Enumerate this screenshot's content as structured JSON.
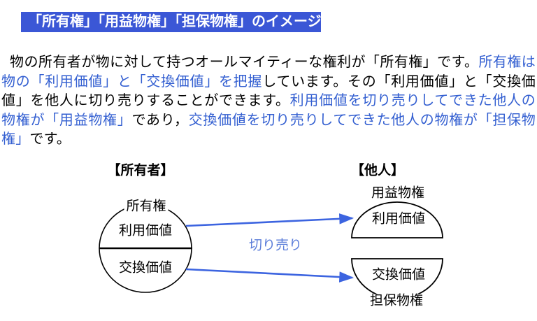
{
  "colors": {
    "title-bg": "#3b57d6",
    "title-fg": "#ffffff",
    "em": "#335fd1",
    "arrow": "#3c64e0",
    "arrow-label": "#5b7dd9",
    "ink": "#000000"
  },
  "title_bar": {
    "text": "「所有権」「用益物権」「担保物権」のイメージ"
  },
  "paragraph": {
    "segments": [
      {
        "text": "物の所有者が物に対して持つオールマイティーな権利が「所有権」です。",
        "style": "normal"
      },
      {
        "text": "所有権は物の「利用価値」と「交換価値」を把握",
        "style": "em"
      },
      {
        "text": "しています。その「利用価値」と「交換価値」を他人に切り売りすることができます。",
        "style": "normal"
      },
      {
        "text": "利用価値を切り売りしてできた他人の物権が「用益物権」",
        "style": "em"
      },
      {
        "text": "であり，",
        "style": "normal"
      },
      {
        "text": "交換価値を切り売りしてできた他人の物権が「担保物権」",
        "style": "em"
      },
      {
        "text": "です。",
        "style": "normal"
      }
    ]
  },
  "diagram": {
    "owner_heading": "【所有者】",
    "other_heading": "【他人】",
    "owner_circle": {
      "title": "所有権",
      "upper_half": "利用価値",
      "lower_half": "交換価値"
    },
    "usufruct_shape": {
      "title": "用益物権",
      "value": "利用価値"
    },
    "security_shape": {
      "value": "交換価値",
      "title": "担保物権"
    },
    "arrow_label": "切り売り"
  }
}
